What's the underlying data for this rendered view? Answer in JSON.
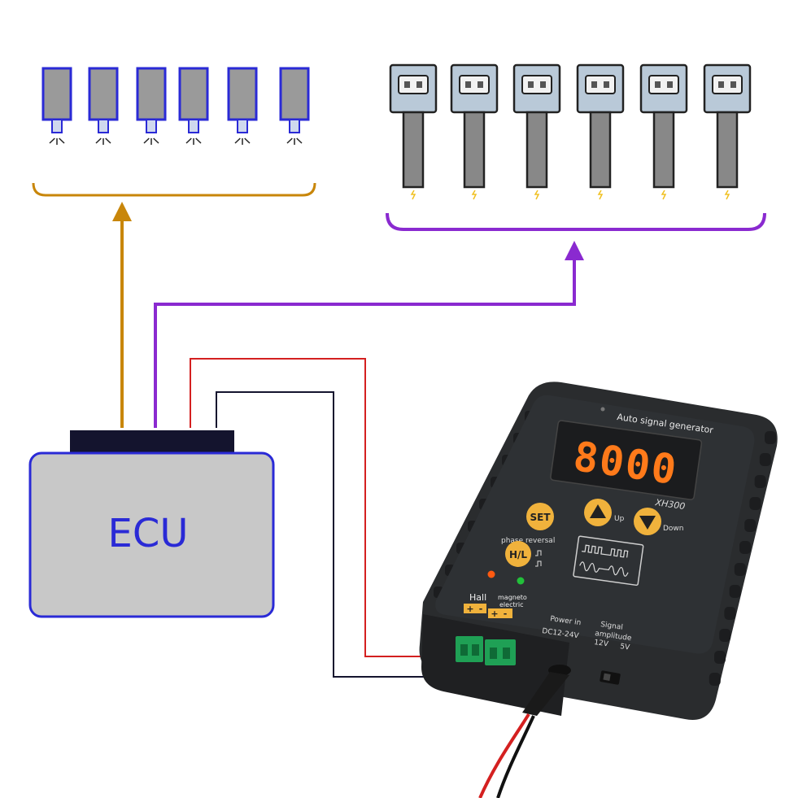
{
  "ecu": {
    "label": "ECU",
    "fill_color": "#c8c8c8",
    "border_color": "#2a2ad6",
    "connector_color": "#14142e"
  },
  "injectors": {
    "count": 6,
    "body_color": "#9a9a9a",
    "border_color": "#2a2ad6",
    "icon": "fuel-injector-icon"
  },
  "ignition_coils": {
    "count": 6,
    "head_color": "#b9c9d8",
    "body_color": "#888888",
    "icon": "ignition-coil-icon"
  },
  "wires": {
    "injector_signal_color": "#c8860a",
    "ignition_signal_color": "#8a2ad0",
    "positive_color": "#d42020",
    "negative_color": "#14142e"
  },
  "device": {
    "title": "Auto signal generator",
    "display_value": "8000",
    "model": "XH300",
    "buttons": {
      "set": "SET",
      "up": "Up",
      "down": "Down",
      "hl": "H/L"
    },
    "phase_reversal_label": "phase reversal",
    "hall_label": "Hall",
    "magneto_label": "magneto\nelectric",
    "terminal_plus": "+",
    "terminal_minus": "-",
    "power_label": "Power in",
    "power_range": "DC12-24V",
    "signal_label": "Signal\namplitude",
    "signal_12v": "12V",
    "signal_5v": "5V",
    "body_color": "#2a2c2e",
    "display_color": "#ff7a1a",
    "button_color": "#f0b23c"
  }
}
